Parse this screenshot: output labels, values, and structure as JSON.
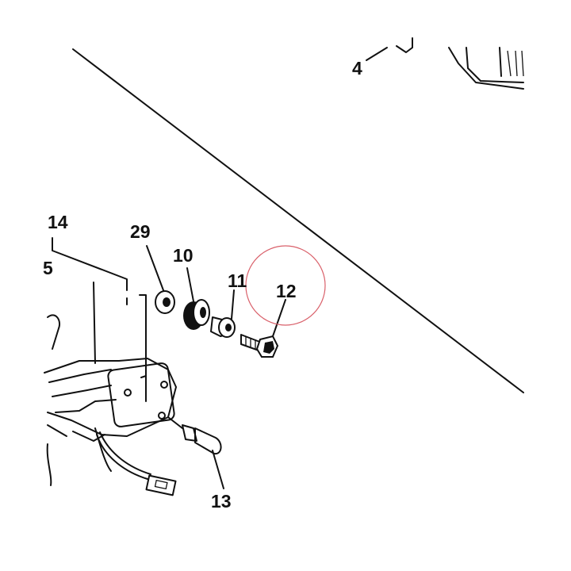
{
  "diagram": {
    "callouts": [
      {
        "id": "4",
        "text": "4"
      },
      {
        "id": "14",
        "text": "14"
      },
      {
        "id": "15",
        "text": "5"
      },
      {
        "id": "29",
        "text": "29"
      },
      {
        "id": "10",
        "text": "10"
      },
      {
        "id": "11",
        "text": "11"
      },
      {
        "id": "12",
        "text": "12"
      },
      {
        "id": "13",
        "text": "13"
      }
    ],
    "highlight": {
      "target": "12",
      "color": "#d9606a"
    },
    "colors": {
      "ink": "#111111",
      "background": "#ffffff"
    }
  }
}
